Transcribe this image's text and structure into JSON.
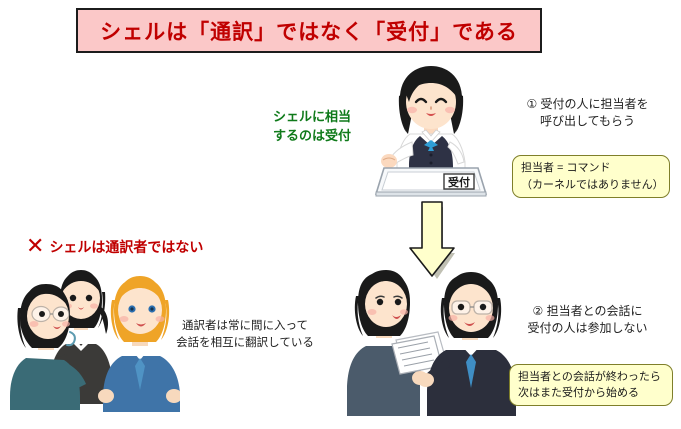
{
  "slide": {
    "title": "シェルは「通訳」ではなく「受付」である",
    "title_bg": "#fbc8c8",
    "title_color": "#c00000",
    "background": "#ffffff"
  },
  "labels": {
    "green_label": "シェルに相当\nするのは受付",
    "green_color": "#0f7a1a",
    "cross_mark": "✕",
    "cross_heading": "シェルは通訳者ではない",
    "cross_color": "#c00000",
    "step1": "① 受付の人に担当者を\n呼び出してもらう",
    "step2": "② 担当者との会話に\n受付の人は参加しない",
    "interpreter_note": "通訳者は常に間に入って\n会話を相互に翻訳している"
  },
  "callouts": [
    {
      "id": "callout-1",
      "text": "担当者 = コマンド\n（カーネルではありません）",
      "fill": "#ffffcc",
      "border": "#7f7f2a"
    },
    {
      "id": "callout-2",
      "text": "担当者との会話が終わったら\n次はまた受付から始める",
      "fill": "#ffffcc",
      "border": "#7f7f2a"
    }
  ],
  "illustrations": {
    "reception": {
      "name": "receptionist-illustration",
      "desk_sign": "受付",
      "description": "受付カウンターの女性"
    },
    "meeting": {
      "name": "two-businessmen-illustration",
      "description": "書類を見ながら話す二人の会社員"
    },
    "interpreter": {
      "name": "interpreter-group-illustration",
      "description": "通訳者を挟んで会話する二人"
    }
  },
  "arrow": {
    "name": "down-arrow",
    "direction": "down",
    "fill": "#ffffcc",
    "stroke": "#1a1a1a"
  }
}
